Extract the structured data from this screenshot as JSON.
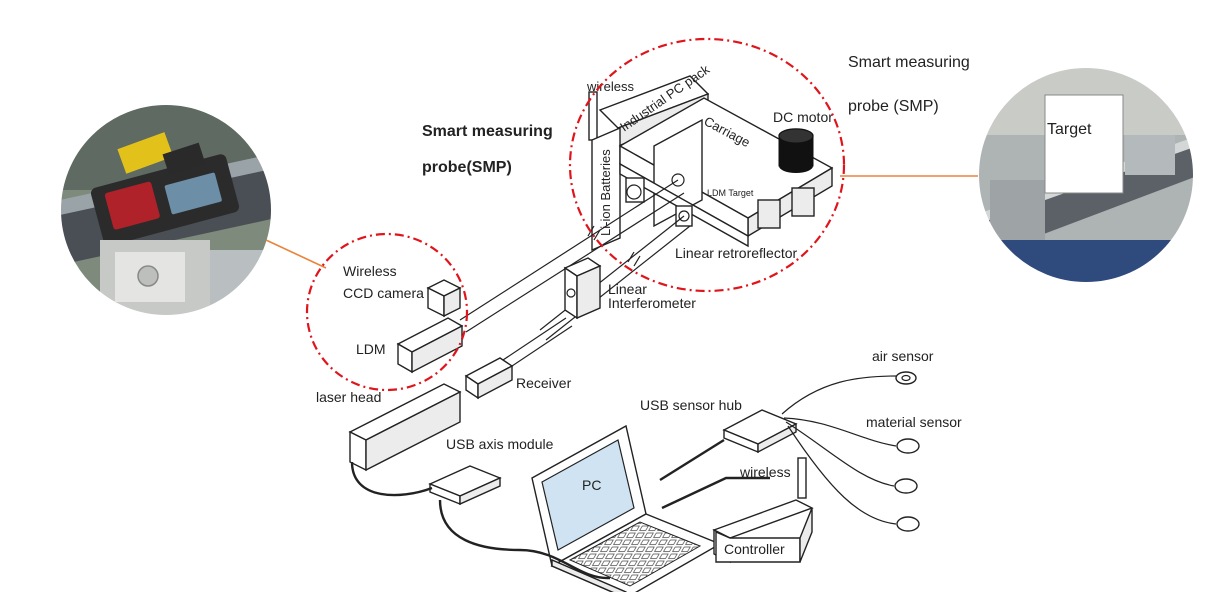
{
  "labels": {
    "smp_left_line1": "Smart measuring",
    "smp_left_line2": "probe(SMP)",
    "smp_right_line1": "Smart measuring",
    "smp_right_line2": "probe (SMP)",
    "target": "Target",
    "wireless_top": "wireless",
    "industrial_pc_pack": "Industrial PC pack",
    "li_ion_batteries": "Li-ion Batteries",
    "carriage": "Carriage",
    "dc_motor": "DC motor",
    "ldm_target": "LDM Target",
    "linear_retroreflector": "Linear retroreflector",
    "wireless_ccd_line1": "Wireless",
    "wireless_ccd_line2": "CCD camera",
    "ldm": "LDM",
    "linear_interferometer_line1": "Linear",
    "linear_interferometer_line2": "Interferometer",
    "receiver": "Receiver",
    "laser_head": "laser head",
    "usb_sensor_hub": "USB sensor hub",
    "air_sensor": "air sensor",
    "material_sensor": "material sensor",
    "usb_axis_module": "USB axis module",
    "pc": "PC",
    "wireless_bottom": "wireless",
    "controller": "Controller"
  },
  "colors": {
    "highlight_circle": "#e0141b",
    "leader_line": "#e8843b",
    "line_art": "#222222",
    "pc_screen": "#cfe3f2"
  },
  "icons": {
    "left_photo": "laser-distance-meter-photo",
    "right_photo": "target-on-rail-photo"
  }
}
